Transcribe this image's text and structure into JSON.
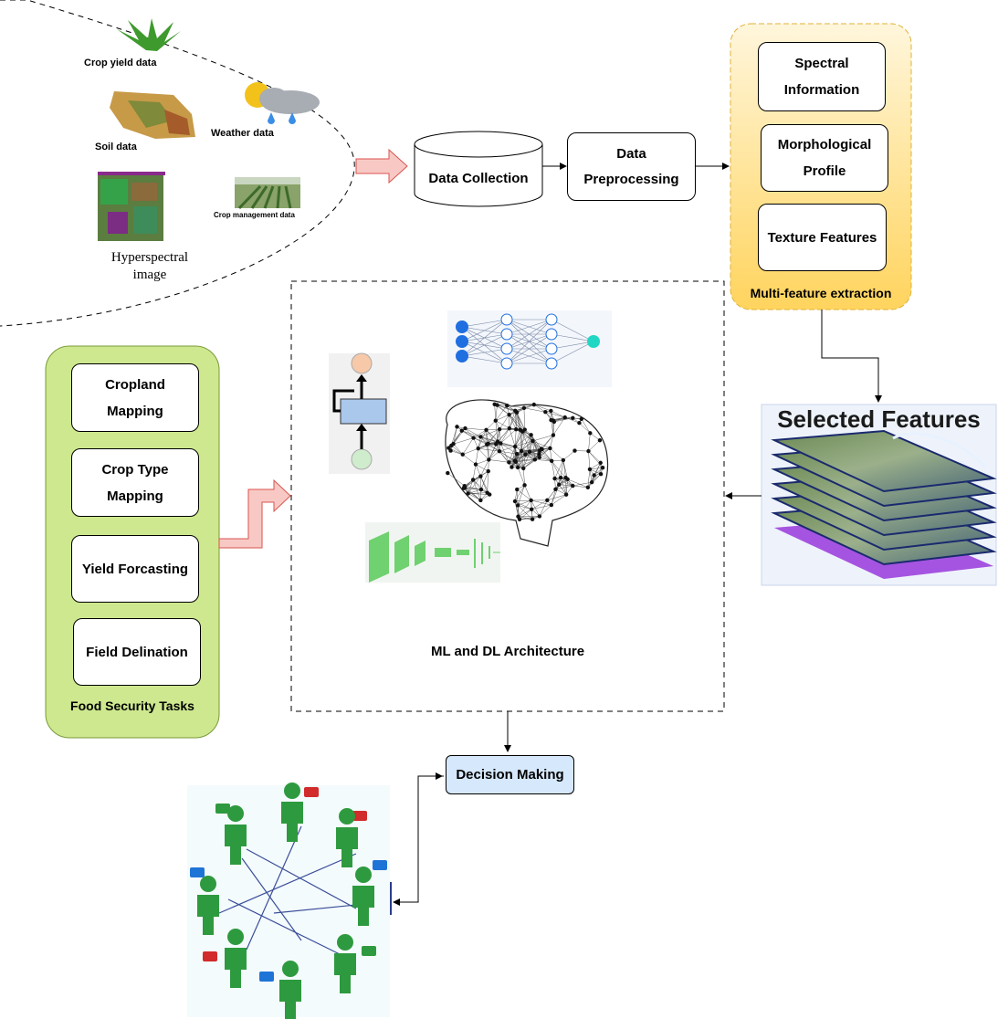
{
  "sources": {
    "crop_yield": "Crop yield data",
    "soil": "Soil data",
    "weather": "Weather  data",
    "hyperspectral_line1": "Hyperspectral",
    "hyperspectral_line2": "image",
    "crop_management": "Crop management data"
  },
  "pipeline": {
    "data_collection": "Data Collection",
    "preprocessing_line1": "Data",
    "preprocessing_line2": "Preprocessing"
  },
  "feature_extraction": {
    "title": "Multi-feature extraction",
    "spectral_line1": "Spectral",
    "spectral_line2": "Information",
    "morph_line1": "Morphological",
    "morph_line2": "Profile",
    "texture": "Texture Features"
  },
  "selected_features": "Selected Features",
  "architecture": "ML and DL Architecture",
  "food_security": {
    "title": "Food Security Tasks",
    "cropland_line1": "Cropland",
    "cropland_line2": "Mapping",
    "croptype_line1": "Crop Type",
    "croptype_line2": "Mapping",
    "yield": "Yield Forcasting",
    "field": "Field Delination"
  },
  "decision": "Decision Making",
  "colors": {
    "feature_panel": "#ffe28a",
    "food_panel": "#cde88e",
    "decision_fill": "#d6e8fb",
    "arrow_fill": "#f8c9c4",
    "people": "#2e9a3f"
  }
}
